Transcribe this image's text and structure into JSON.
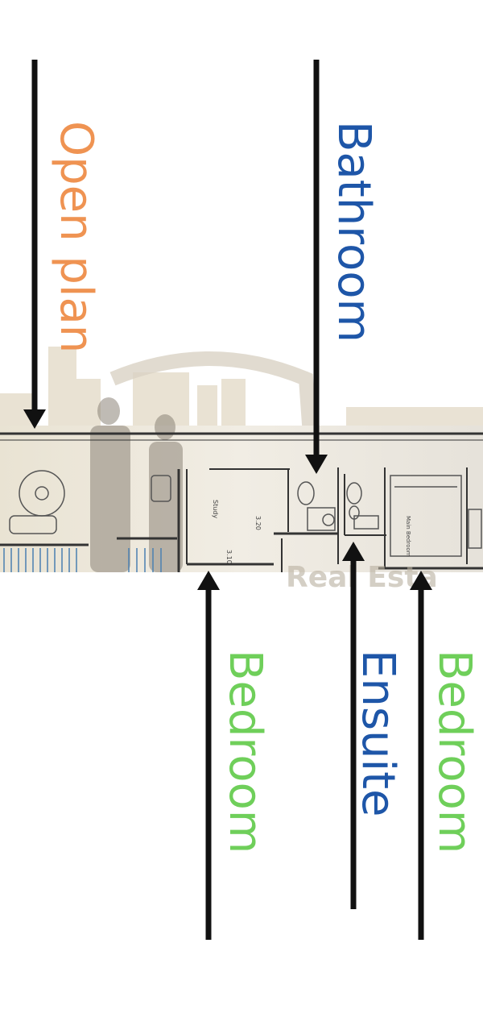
{
  "colors": {
    "open_plan": "#ef9352",
    "bathroom": "#1e56a8",
    "ensuite": "#1e56a8",
    "bedroom": "#6fcf5a",
    "arrow": "#111111",
    "plan_band": "#ece7dc",
    "watermark": "#b9b0a0"
  },
  "labels": {
    "open_plan": "Open plan",
    "bathroom": "Bathroom",
    "bedroom_left": "Bedroom",
    "ensuite": "Ensuite",
    "bedroom_right": "Bedroom"
  },
  "plan": {
    "dim_1": "3.20",
    "dim_2": "3.10",
    "room_tag": "Study",
    "master_tag": "Main Bedroom",
    "watermark": "Real Esta"
  },
  "icons": [
    "arrow-down-icon",
    "arrow-up-icon"
  ]
}
